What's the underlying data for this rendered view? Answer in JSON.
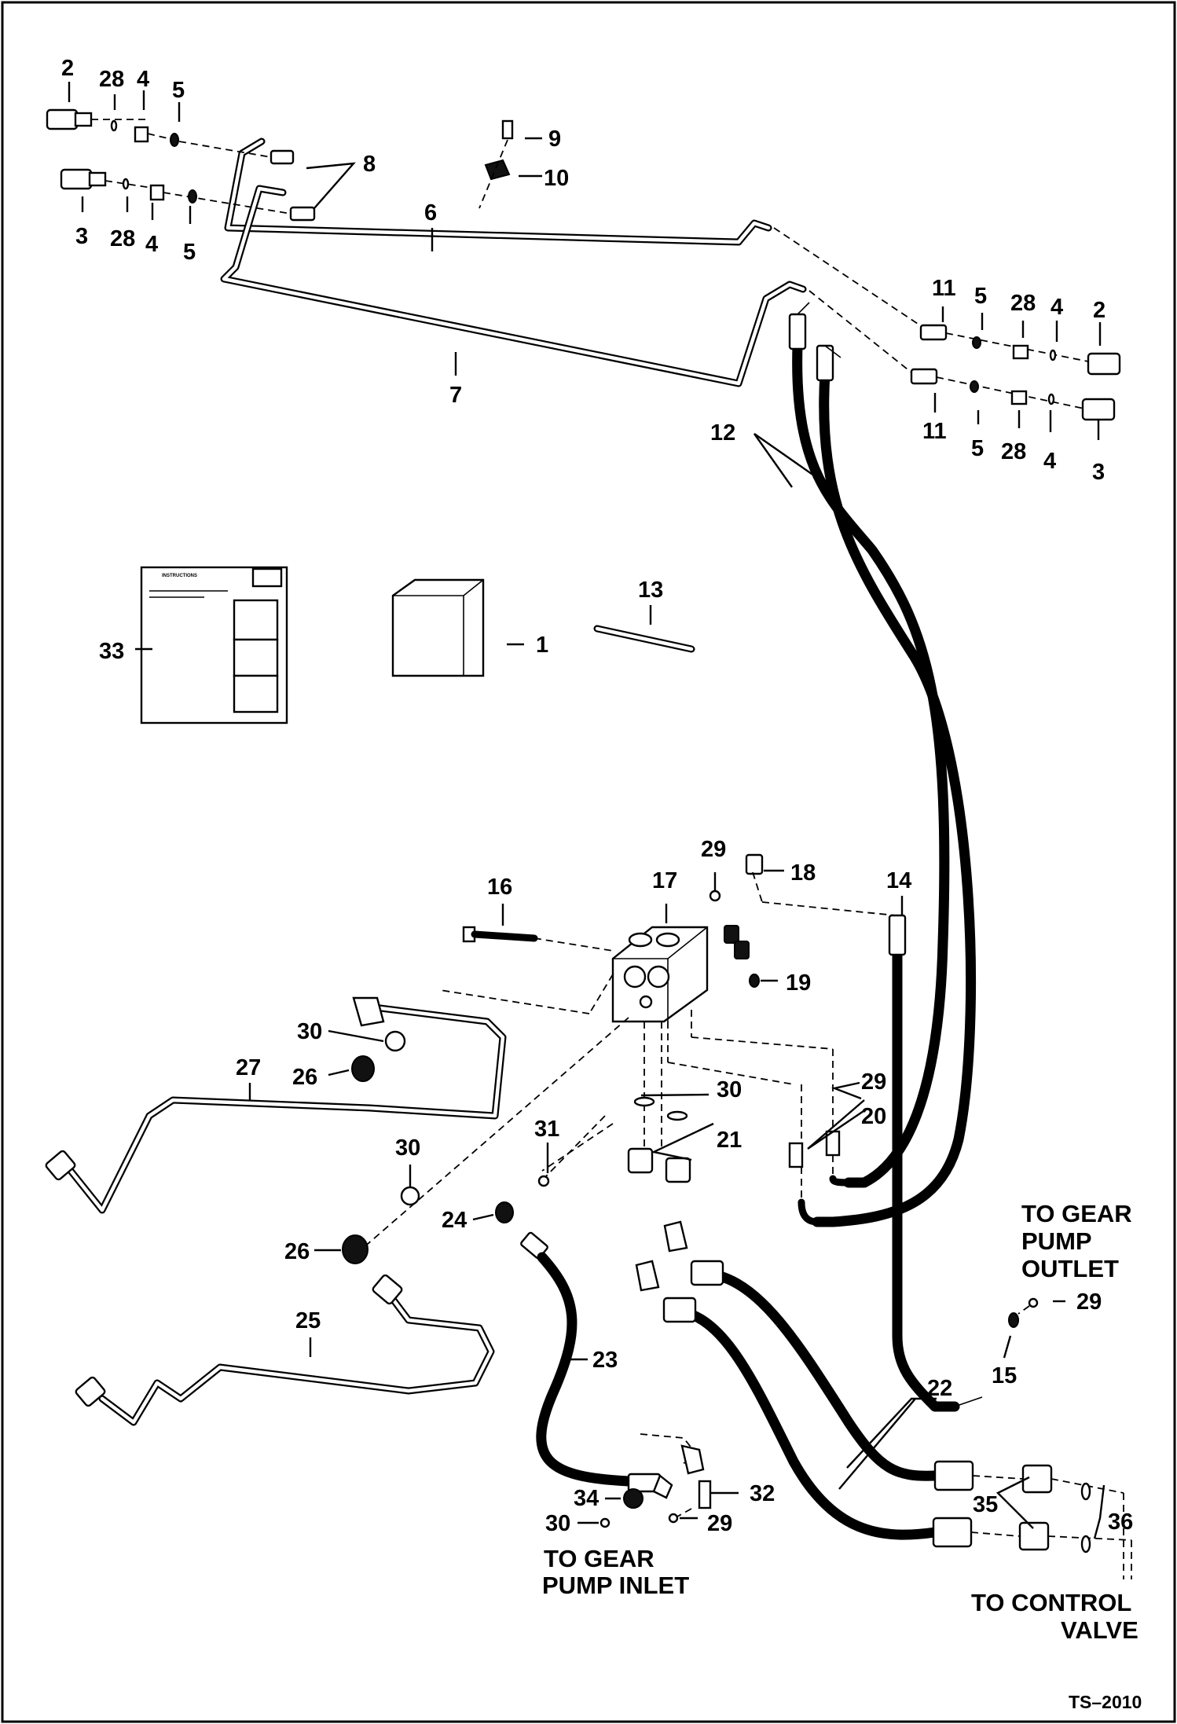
{
  "callouts": [
    {
      "id": "c2a",
      "text": "2"
    },
    {
      "id": "c28a",
      "text": "28"
    },
    {
      "id": "c4a",
      "text": "4"
    },
    {
      "id": "c5a",
      "text": "5"
    },
    {
      "id": "c3a",
      "text": "3"
    },
    {
      "id": "c28b",
      "text": "28"
    },
    {
      "id": "c4b",
      "text": "4"
    },
    {
      "id": "c5b",
      "text": "5"
    },
    {
      "id": "c8",
      "text": "8"
    },
    {
      "id": "c9",
      "text": "9"
    },
    {
      "id": "c10",
      "text": "10"
    },
    {
      "id": "c6",
      "text": "6"
    },
    {
      "id": "c7",
      "text": "7"
    },
    {
      "id": "c11a",
      "text": "11"
    },
    {
      "id": "c5c",
      "text": "5"
    },
    {
      "id": "c28c",
      "text": "28"
    },
    {
      "id": "c4c",
      "text": "4"
    },
    {
      "id": "c2b",
      "text": "2"
    },
    {
      "id": "c11b",
      "text": "11"
    },
    {
      "id": "c5d",
      "text": "5"
    },
    {
      "id": "c28d",
      "text": "28"
    },
    {
      "id": "c4d",
      "text": "4"
    },
    {
      "id": "c3b",
      "text": "3"
    },
    {
      "id": "c12",
      "text": "12"
    },
    {
      "id": "c13",
      "text": "13"
    },
    {
      "id": "c1",
      "text": "1"
    },
    {
      "id": "c33",
      "text": "33"
    },
    {
      "id": "c29a",
      "text": "29"
    },
    {
      "id": "c18",
      "text": "18"
    },
    {
      "id": "c17",
      "text": "17"
    },
    {
      "id": "c16",
      "text": "16"
    },
    {
      "id": "c14",
      "text": "14"
    },
    {
      "id": "c19",
      "text": "19"
    },
    {
      "id": "c30a",
      "text": "30"
    },
    {
      "id": "c27",
      "text": "27"
    },
    {
      "id": "c26a",
      "text": "26"
    },
    {
      "id": "c29b",
      "text": "29"
    },
    {
      "id": "c30b",
      "text": "30"
    },
    {
      "id": "c20",
      "text": "20"
    },
    {
      "id": "c21",
      "text": "21"
    },
    {
      "id": "c30c",
      "text": "30"
    },
    {
      "id": "c31",
      "text": "31"
    },
    {
      "id": "c24",
      "text": "24"
    },
    {
      "id": "c26b",
      "text": "26"
    },
    {
      "id": "c29c",
      "text": "29"
    },
    {
      "id": "c15",
      "text": "15"
    },
    {
      "id": "c25",
      "text": "25"
    },
    {
      "id": "c23",
      "text": "23"
    },
    {
      "id": "c22",
      "text": "22"
    },
    {
      "id": "c32",
      "text": "32"
    },
    {
      "id": "c34",
      "text": "34"
    },
    {
      "id": "c30d",
      "text": "30"
    },
    {
      "id": "c29d",
      "text": "29"
    },
    {
      "id": "c35",
      "text": "35"
    },
    {
      "id": "c36",
      "text": "36"
    }
  ],
  "notes": {
    "gear_pump_outlet": [
      "TO GEAR",
      "PUMP",
      "OUTLET"
    ],
    "gear_pump_inlet": [
      "TO GEAR",
      "PUMP INLET"
    ],
    "control_valve": [
      "TO CONTROL",
      "VALVE"
    ]
  },
  "instructions_title": "INSTRUCTIONS",
  "figure_id": "TS–2010"
}
